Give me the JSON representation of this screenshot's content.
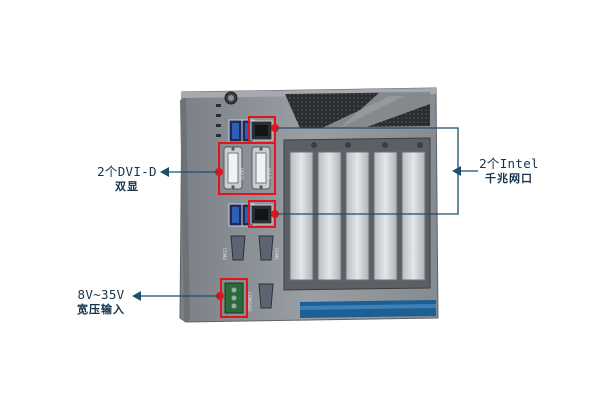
{
  "product_image": {
    "device": "fanless embedded computer, front I/O panel with expansion slots",
    "port_labels": [
      "COM2",
      "COM1",
      "COM3/4/5",
      "DVI-D",
      "DVI-D"
    ]
  },
  "callouts": {
    "dvi": {
      "line1": "2个DVI-D",
      "line2": "双显"
    },
    "lan": {
      "line1": "2个Intel",
      "line2": "千兆网口"
    },
    "power": {
      "line1": "8V~35V",
      "line2": "宽压输入"
    }
  },
  "colors": {
    "chassis": "#8b9095",
    "highlight": "#e3141b",
    "leader_line": "#1f4e6e",
    "accent_stripe": "#1d5e93"
  }
}
